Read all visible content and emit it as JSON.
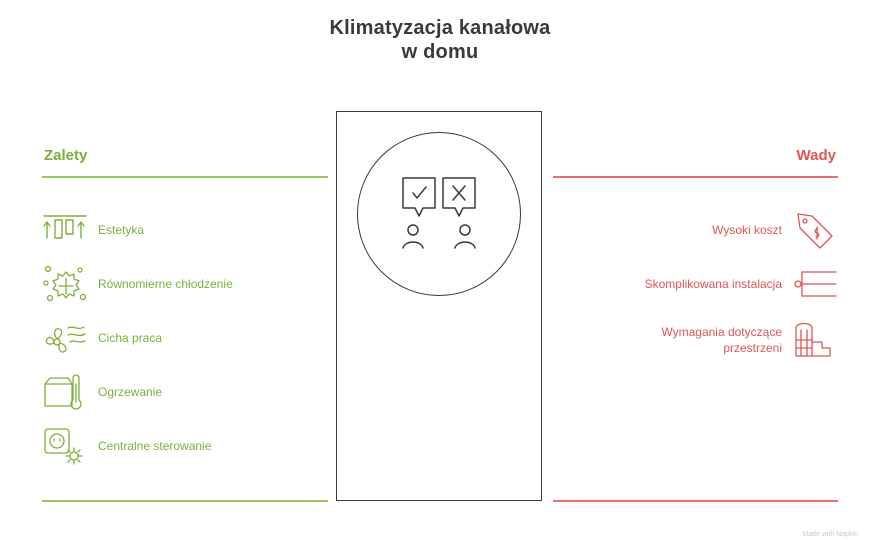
{
  "title": {
    "line1": "Klimatyzacja kanałowa",
    "line2": "w domu"
  },
  "pros": {
    "heading": "Zalety",
    "color": "#7fae3d",
    "items": [
      {
        "label": "Estetyka",
        "icon": "ceiling-vent-icon"
      },
      {
        "label": "Równomierne chłodzenie",
        "icon": "snowflake-bubbles-icon"
      },
      {
        "label": "Cicha praca",
        "icon": "fan-breeze-icon"
      },
      {
        "label": "Ogrzewanie",
        "icon": "box-thermometer-icon"
      },
      {
        "label": "Centralne sterowanie",
        "icon": "outlet-gear-icon"
      }
    ]
  },
  "cons": {
    "heading": "Wady",
    "color": "#e05554",
    "items": [
      {
        "label": "Wysoki koszt",
        "icon": "price-tag-icon"
      },
      {
        "label": "Skomplikowana instalacja",
        "icon": "pipes-icon"
      },
      {
        "label": "Wymagania dotyczące przestrzeni",
        "icon": "building-space-icon"
      }
    ]
  },
  "center": {
    "icon": "compare-people-icon"
  },
  "watermark": "Made with Napkin"
}
